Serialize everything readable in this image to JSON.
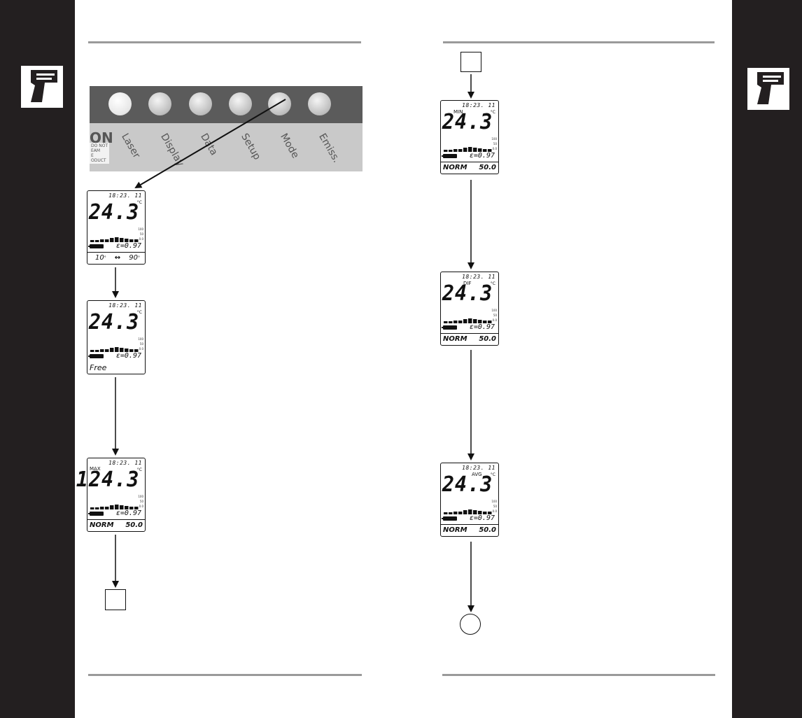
{
  "device": {
    "time": "18:23. 11",
    "unit": "°C",
    "emissivity": "ε=0.97",
    "scale_ticks": [
      "100",
      "50",
      "0.0"
    ],
    "colors": {
      "sidebar": "#231f20",
      "rule": "#9a9a9a",
      "photo_bg": "#c9c9c9"
    }
  },
  "keypad": {
    "labels": [
      "Laser",
      "Display",
      "Data",
      "Setup",
      "Mode",
      "Emiss."
    ],
    "brand_fragment": "ON",
    "warning_fragment": [
      "DO NOT",
      "EAM",
      "E",
      "ODUCT"
    ]
  },
  "screens": {
    "angle": {
      "mode": "",
      "reading": "24.3",
      "footer_left": "10",
      "footer_arrow": "↔",
      "footer_right": "90"
    },
    "free": {
      "mode": "",
      "reading": "24.3",
      "footer": "Free"
    },
    "max": {
      "mode": "MAX",
      "reading": "124.3",
      "footer_left": "NORM",
      "footer_right": "50.0"
    },
    "min": {
      "mode": "MIN",
      "reading": "24.3",
      "footer_left": "NORM",
      "footer_right": "50.0"
    },
    "dif": {
      "mode": "DIF",
      "reading": "24.3",
      "footer_left": "NORM",
      "footer_right": "50.0"
    },
    "avg": {
      "mode": "AVG",
      "reading": "24.3",
      "footer_left": "NORM",
      "footer_right": "50.0"
    }
  },
  "icons": {
    "side_tab": "ir-thermometer-gun-icon"
  }
}
